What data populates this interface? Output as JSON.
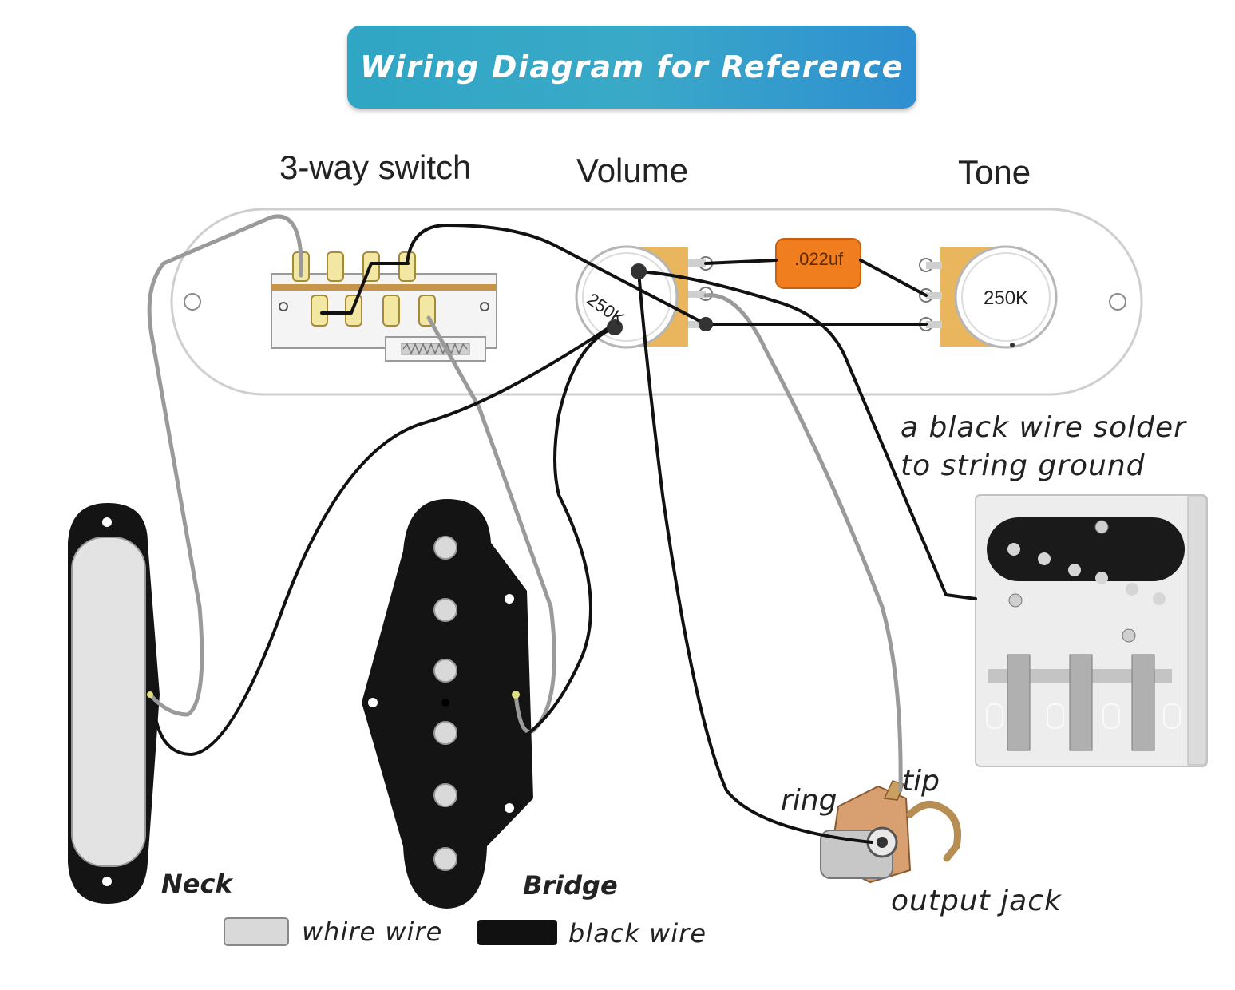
{
  "title": "Wiring Diagram for Reference",
  "labels": {
    "switch": "3-way switch",
    "volume": "Volume",
    "tone": "Tone",
    "volume_pot_value": "250K",
    "tone_pot_value": "250K",
    "capacitor": ".022uf",
    "string_ground_note_line1": "a black wire solder",
    "string_ground_note_line2": "to string ground",
    "neck": "Neck",
    "bridge": "Bridge",
    "ring": "ring",
    "tip": "tip",
    "output_jack": "output jack"
  },
  "legend": [
    {
      "label": "whire wire",
      "color": "#d9d9d9"
    },
    {
      "label": "black wire",
      "color": "#111111"
    }
  ],
  "colors": {
    "banner": "#33a3c8",
    "white_wire": "#9a9a9a",
    "black_wire": "#111111",
    "pot_shaft": "#e8b45a",
    "capacitor": "#f07e1e"
  }
}
